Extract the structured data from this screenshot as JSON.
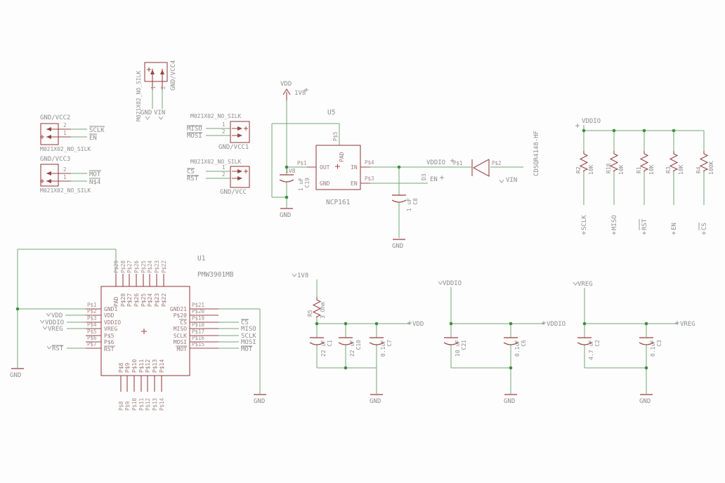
{
  "s": {
    "conn_a": {
      "title": "GND/VCC2",
      "device": "M021X02_NO_SILK",
      "p2": "2",
      "p1": "1",
      "n2": "SCLK",
      "n1": "EN"
    },
    "conn_b": {
      "title": "GND/VCC3",
      "device": "M021X02_NO_SILK",
      "p2": "2",
      "p1": "1",
      "n2": "MOT",
      "n1": "N$4"
    },
    "conn_v": {
      "title": "GND/VCC4",
      "device": "M021X02_NO_SILK",
      "p1": "1",
      "p2": "2",
      "n1": "GND",
      "n2": "VIN"
    },
    "conn_c": {
      "title": "GND/VCC1",
      "device": "M021X02_NO_SILK",
      "p1": "1",
      "p2": "2",
      "n1": "MISO",
      "n2": "MOSI"
    },
    "conn_d": {
      "title": "GND/VCC",
      "device": "M021X02_NO_SILK",
      "p1": "1",
      "p2": "2",
      "n1": "CS",
      "n2": "RST"
    },
    "u5": {
      "ref": "U5",
      "value": "NCP161",
      "pin_out": "OUT",
      "pin_in": "IN",
      "pin_gnd": "GND",
      "pin_en": "EN",
      "pin_pad": "PAD",
      "lbl_p1": "P$1",
      "lbl_p3": "P$3",
      "lbl_p4": "P$4",
      "lbl_p5": "P$5",
      "net_vdd": "VDD",
      "net_1v8_top": "1V8",
      "net_1v8": "1V8",
      "net_gnd_out": "GND",
      "net_gnd_in": "GND",
      "net_vddio": "VDDIO",
      "net_en": "EN",
      "net_vin": "VIN",
      "cap_out_value": "1 uF",
      "cap_out_ref": "C19",
      "cap_in_value": "1 uF",
      "cap_in_ref": "C8",
      "diode_ref": "D3",
      "diode_value": "CDSQR4148-HF",
      "diode_p1": "P$1",
      "diode_p2": "P$2"
    },
    "pullups": {
      "rail": "VDDIO",
      "items": [
        {
          "ref": "R2",
          "value": "10K",
          "net": "SCLK"
        },
        {
          "ref": "R18",
          "value": "10K",
          "net": "MISO"
        },
        {
          "ref": "R1",
          "value": "10K",
          "net": "RST"
        },
        {
          "ref": "R3",
          "value": "10K",
          "net": "EN"
        },
        {
          "ref": "R4",
          "value": "100K",
          "net": "CS"
        }
      ]
    },
    "u1": {
      "ref": "U1",
      "value": "PMW3901MB",
      "top": [
        "P$29",
        "P$28",
        "P$27",
        "P$26",
        "P$25",
        "P$24",
        "P$23",
        "P$22"
      ],
      "top_in": [
        "PAD",
        "P$28",
        "P$27",
        "P$26",
        "P$25",
        "P$24",
        "P$23",
        "P$22"
      ],
      "left": [
        "P$1",
        "P$2",
        "P$3",
        "P$4",
        "P$5",
        "P$6",
        "P$7"
      ],
      "left_in": [
        "GND1",
        "VDD",
        "VDDIO",
        "VREG",
        "P$5",
        "P$6",
        "RST"
      ],
      "left_nets": {
        "vdd": "VDD",
        "vddio": "VDDIO",
        "vreg": "VREG",
        "rst": "RST"
      },
      "right": [
        "P$21",
        "P$20",
        "P$19",
        "P$18",
        "P$17",
        "P$16",
        "P$15"
      ],
      "right_in": [
        "GND21",
        "P$20",
        "CS",
        "MISO",
        "SCLK",
        "MOSI",
        "MOT"
      ],
      "right_nets": [
        "CS",
        "MISO",
        "SCLK",
        "MOSI",
        "MOT"
      ],
      "bottom": [
        "P$8",
        "P$9",
        "P$10",
        "P$11",
        "P$12",
        "P$13",
        "P$14"
      ],
      "gnd_left": "GND",
      "gnd_right": "GND"
    },
    "banks": [
      {
        "supply": "1V8",
        "rail": "VDD",
        "res_ref": "R5",
        "res_value": "3 Ohm",
        "caps": [
          {
            "v": "22 uF",
            "r": "C1"
          },
          {
            "v": "22 uF",
            "r": "C10"
          },
          {
            "v": "0.1uF",
            "r": "C7"
          }
        ],
        "gnd": "GND"
      },
      {
        "supply": "VDDIO",
        "rail": "VDDIO",
        "caps": [
          {
            "v": "10 uF",
            "r": "C21"
          },
          {
            "v": "0.1uF",
            "r": "C6"
          }
        ],
        "gnd": "GND"
      },
      {
        "supply": "VREG",
        "rail": "VREG",
        "caps": [
          {
            "v": "4.7 uF",
            "r": "C2"
          },
          {
            "v": "0.1uF",
            "r": "C3"
          }
        ],
        "gnd": "GND"
      }
    ],
    "colors": {
      "symbol": "#9a4545",
      "wire": "#74a874",
      "junction": "#3f8f3f",
      "text": "#8e8e8e"
    }
  }
}
